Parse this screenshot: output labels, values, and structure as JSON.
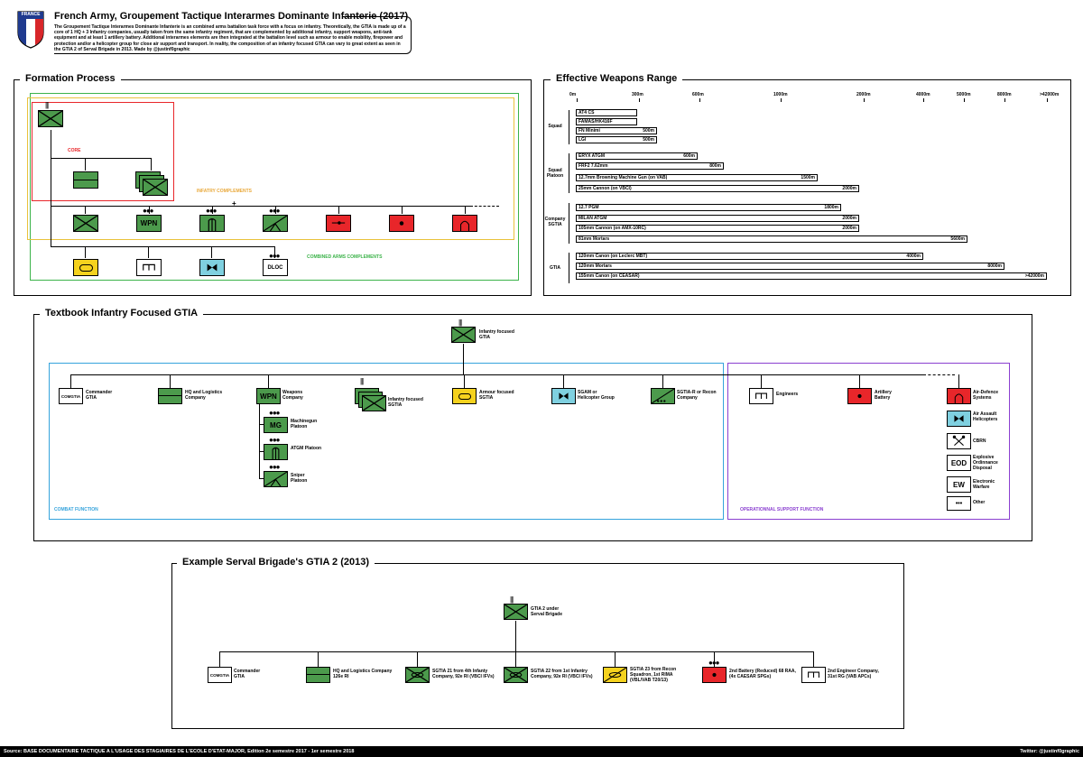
{
  "header": {
    "flag_label": "FRANCE",
    "title": "French Army, Groupement Tactique Interarmes Dominante Infanterie (2017)",
    "description": "The Groupement Tactique Interarmes Dominante Infanterie is an combined arms battalion task force with a focus on infantry. Theoretically, the GTIA is made up of a core of 1 HQ + 3 Infantry companies, usually taken from the same infantry regiment, that are complemented by additional infantry, support weapons, anti-tank equipment and at least 1 artillery battery. Additional interarmes elements are then integrated at the battalion level such as armour to enable mobility, firepower and protection and/or a helicopter group for close air support and transport. In reality, the composition of an infantry focused GTIA can vary to great extent as seen in the GTIA 2 of Serval Brigade in 2013. Made by @justinf0graphic",
    "colors": {
      "flag_blue": "#1f3a8f",
      "flag_red": "#d8262a",
      "infantry_green": "#4c9a4c",
      "armour_yellow": "#f5d21e",
      "aviation_blue": "#7fd0e0",
      "artillery_red": "#e8262a"
    }
  },
  "formation": {
    "title": "Formation Process",
    "core_label": "CORE",
    "infantry_label": "INFATRY COMPLEMENTS",
    "combined_label": "COMBINED ARMS COMPLEMENTS",
    "wpn": "WPN",
    "dloc": "DLOC"
  },
  "weapons": {
    "title": "Effective Weapons Range",
    "ticks": [
      "0m",
      "300m",
      "600m",
      "1000m",
      "2000m",
      "4000m",
      "5000m",
      "8000m",
      ">42000m"
    ],
    "groups": [
      "Squad",
      "Squad Platoon",
      "Company SGTIA",
      "GTIA"
    ],
    "rows": [
      {
        "label": "AT4 CS",
        "range": ""
      },
      {
        "label": "FAMAS/HK416F",
        "range": ""
      },
      {
        "label": "FN Minimi",
        "range": "500m"
      },
      {
        "label": "LGI",
        "range": "500m"
      },
      {
        "label": "ERYX ATGM",
        "range": "600m"
      },
      {
        "label": "FRF2 7.62mm",
        "range": "800m"
      },
      {
        "label": "12.7mm Browning Machine Gun (on VAB)",
        "range": "1500m"
      },
      {
        "label": "25mm Cannon (on VBCI)",
        "range": "2000m"
      },
      {
        "label": "12.7 PGM",
        "range": "1800m"
      },
      {
        "label": "MILAN ATGM",
        "range": "2000m"
      },
      {
        "label": "105mm Cannon (on AMX-10RC)",
        "range": "2000m"
      },
      {
        "label": "81mm Mortars",
        "range": "5600m"
      },
      {
        "label": "120mm Canon (on Leclerc MBT)",
        "range": "4000m"
      },
      {
        "label": "120mm Mortars",
        "range": "8000m"
      },
      {
        "label": "155mm Canon (on CEASAR)",
        "range": ">42000m"
      }
    ]
  },
  "textbook": {
    "title": "Textbook Infantry Focused GTIA",
    "top_label": "Infantry focused GTIA",
    "combat_label": "COMBAT FUNCTION",
    "support_label": "OPERATIONNAL SUPPORT FUNCTION",
    "comgtia": "COMGTIA",
    "units": {
      "commander": "Commander GTIA",
      "hq": "HQ and Logistics Company",
      "weapons": "Weapons Company",
      "inf_sgtia": "Infantry focused SGTIA",
      "armour_sgtia": "Armour focused SGTIA",
      "sgam": "SGAM or Helicopter Group",
      "recon": "SGTIA-R or Recon Company",
      "mg": "Machinegun Platoon",
      "atgm": "ATGM Platoon",
      "sniper": "Sniper Platoon",
      "engineers": "Engineers",
      "artillery": "Artillery Battery",
      "air_def": "Air-Defence Systems",
      "air_assault": "Air Assault Helicopters",
      "cbrn": "CBRN",
      "eod": "Explosive Ordinnance Disposal",
      "ew": "Electronic Warfare",
      "other": "Other"
    },
    "mg_sym": "MG",
    "eod_sym": "EOD",
    "ew_sym": "EW",
    "wpn_sym": "WPN"
  },
  "serval": {
    "title": "Example Serval Brigade's GTIA 2 (2013)",
    "top_label": "GTIA 2 under Serval Brigade",
    "comgtia": "COMGTIA",
    "units": [
      "Commander GTIA",
      "HQ and Logistics Company 126e RI",
      "SGTIA 21 from 4th Infanty Company, 92e RI (VBCI IFVs)",
      "SGTIA 22 from 1st Infantry Company, 92e RI (VBCI IFVs)",
      "SGTIA 23 from Recon Squadron, 1st RIMA (VBL/VAB T20/13)",
      "2nd Battery (Reduced) 68 RAA, (4x CAESAR SPGs)",
      "2nd Engineer Company, 31st RG (VAB APCs)"
    ]
  },
  "footer": {
    "source": "Source:  BASE DOCUMENTAIRE TACTIQUE A L'USAGE DES STAGIAIRES DE L'ECOLE D'ETAT-MAJOR, Edition 2e semestre 2017 - 1er semestre 2018",
    "credit": "Twitter: @justinf0graphic"
  }
}
